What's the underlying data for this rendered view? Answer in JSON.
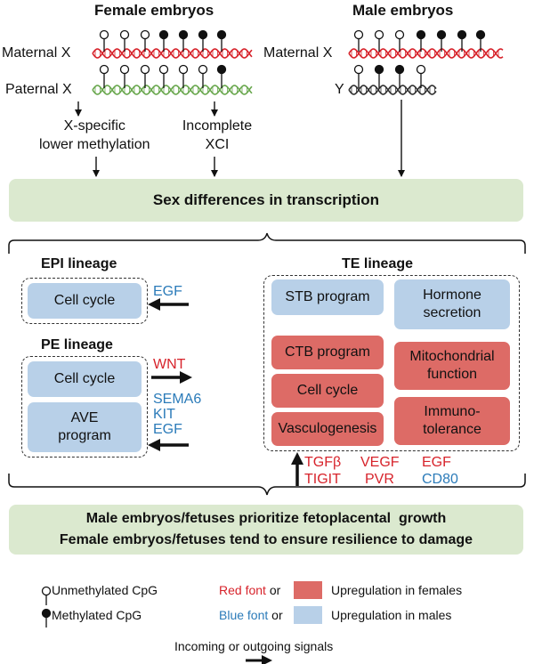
{
  "chromosomes": {
    "female_title": "Female embryos",
    "male_title": "Male embryos",
    "female_maternal": "Maternal X",
    "female_paternal": "Paternal X",
    "male_maternal": "Maternal X",
    "male_y": "Y"
  },
  "mechanisms": {
    "x_specific": "X-specific\nlower methylation",
    "incomplete_xci": "Incomplete\nXCI"
  },
  "transcription_bar": "Sex differences in transcription",
  "epi": {
    "title": "EPI lineage",
    "cell_cycle": "Cell cycle",
    "signal": "EGF"
  },
  "pe": {
    "title": "PE lineage",
    "cell_cycle": "Cell cycle",
    "ave_program": "AVE\nprogram",
    "signal_wnt": "WNT",
    "signals_blue": "SEMA6\nKIT\nEGF"
  },
  "te": {
    "title": "TE lineage",
    "stb_program": "STB program",
    "hormone_secretion": "Hormone\nsecretion",
    "ctb_program": "CTB program",
    "cell_cycle": "Cell cycle",
    "vasculogenesis": "Vasculogenesis",
    "mitochondrial": "Mitochondrial\nfunction",
    "immunotolerance": "Immuno-\ntolerance",
    "signals_red_1": "TGFβ",
    "signals_red_2": "VEGF",
    "signals_red_3": "EGF",
    "signals_red_4": "TIGIT",
    "signals_red_5": "PVR",
    "signals_blue_1": "CD80"
  },
  "conclusion": {
    "line1": "Male embryos/fetuses prioritize fetoplacental  growth",
    "line2": "Female embryos/fetuses tend to ensure resilience to damage"
  },
  "legend": {
    "unmethylated": "Unmethylated CpG",
    "methylated": "Methylated CpG",
    "red_font": "Red font",
    "blue_font": "Blue font",
    "or": "or",
    "up_females": "Upregulation in females",
    "up_males": "Upregulation in males",
    "signals": "Incoming or outgoing signals"
  },
  "colors": {
    "female_up": "#dd6b66",
    "male_up": "#b8d0e8",
    "maternal_strand": "#d7232b",
    "paternal_strand": "#6aa84f",
    "y_strand": "#333333",
    "bar_green": "#dbe9cf"
  }
}
